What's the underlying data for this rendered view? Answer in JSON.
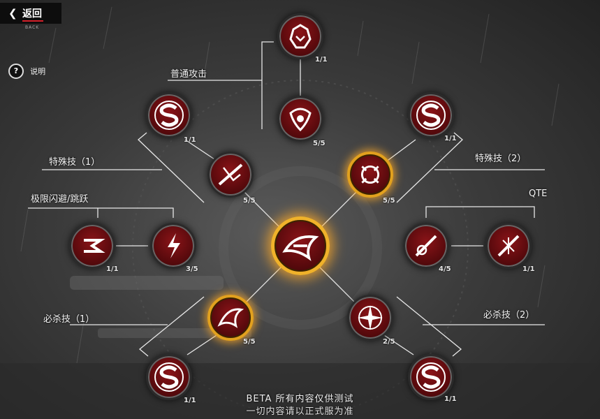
{
  "header": {
    "back_label": "返回",
    "back_sub": "BACK",
    "help_label": "说明"
  },
  "labels": {
    "basic_attack": "普通攻击",
    "special_1": "特殊技（1）",
    "special_2": "特殊技（2）",
    "dodge": "极限闪避/跳跃",
    "qte": "QTE",
    "ultimate_1": "必杀技（1）",
    "ultimate_2": "必杀技（2）"
  },
  "nodes": [
    {
      "id": "basic-top",
      "level": "1/1",
      "icon": "mecha-head-icon",
      "gold": false
    },
    {
      "id": "basic-main",
      "level": "5/5",
      "icon": "bird-crest-icon",
      "gold": false
    },
    {
      "id": "s-left-top",
      "level": "1/1",
      "icon": "s-emblem-icon",
      "gold": false
    },
    {
      "id": "special-1",
      "level": "5/5",
      "icon": "slash-icon",
      "gold": false
    },
    {
      "id": "s-right-top",
      "level": "1/1",
      "icon": "s-emblem-icon",
      "gold": false
    },
    {
      "id": "special-2",
      "level": "5/5",
      "icon": "claw-crest-icon",
      "gold": true
    },
    {
      "id": "dodge-outer",
      "level": "1/1",
      "icon": "dash-icon",
      "gold": false
    },
    {
      "id": "dodge-main",
      "level": "3/5",
      "icon": "lightning-dash-icon",
      "gold": false
    },
    {
      "id": "core",
      "level": "",
      "icon": "core-crest-icon",
      "gold": true
    },
    {
      "id": "qte-main",
      "level": "4/5",
      "icon": "lance-icon",
      "gold": false
    },
    {
      "id": "qte-outer",
      "level": "1/1",
      "icon": "lance-burst-icon",
      "gold": false
    },
    {
      "id": "ultimate-1",
      "level": "5/5",
      "icon": "wing-slash-icon",
      "gold": true
    },
    {
      "id": "ultimate-2",
      "level": "2/5",
      "icon": "starburst-icon",
      "gold": false
    },
    {
      "id": "s-left-bottom",
      "level": "1/1",
      "icon": "s-emblem-icon",
      "gold": false
    },
    {
      "id": "s-right-bottom",
      "level": "1/1",
      "icon": "s-emblem-icon",
      "gold": false
    }
  ],
  "footer": {
    "line1": "BETA 所有内容仅供测试",
    "line2": "一切内容请以正式服为准"
  },
  "colors": {
    "node_fill": "#6e0c10",
    "gold": "#f0b22a",
    "line": "#e8e8e8"
  }
}
